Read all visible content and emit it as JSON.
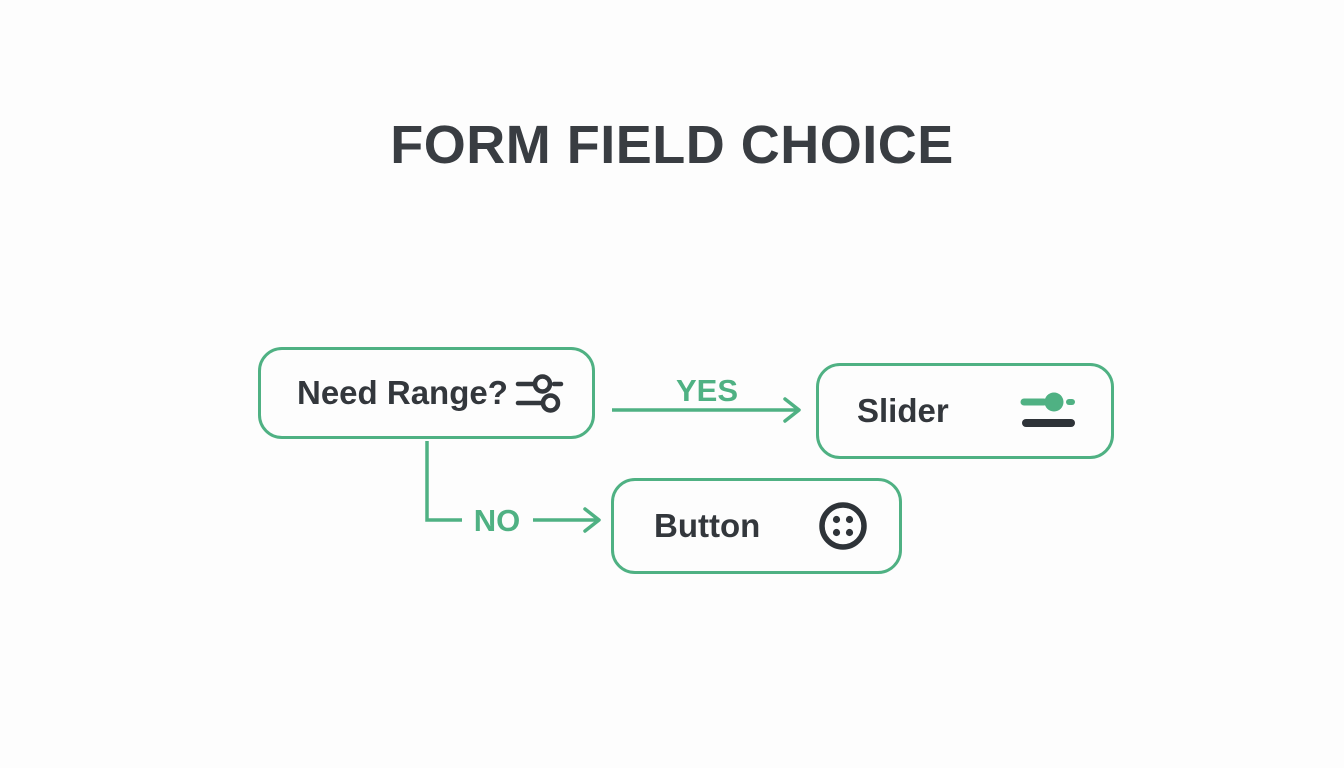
{
  "title": "FORM FIELD CHOICE",
  "colors": {
    "accent_green": "#4fb183",
    "ink_dark": "#33373c",
    "background": "#fdfdfd"
  },
  "flowchart": {
    "question_node": {
      "label": "Need Range?",
      "icon": "sliders-icon"
    },
    "yes_edge": {
      "label": "YES"
    },
    "yes_node": {
      "label": "Slider",
      "icon": "slider-icon"
    },
    "no_edge": {
      "label": "NO"
    },
    "no_node": {
      "label": "Button",
      "icon": "button-icon"
    }
  }
}
